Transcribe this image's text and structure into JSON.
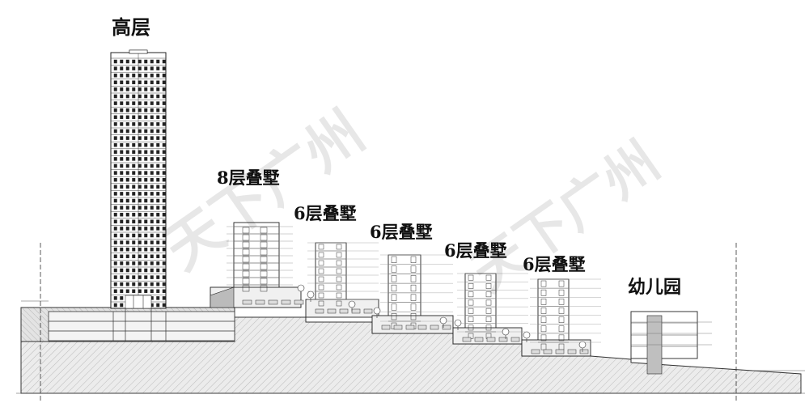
{
  "labels": {
    "high_rise": "高层",
    "stack_8f": "8层叠墅",
    "stack_6f_a": "6层叠墅",
    "stack_6f_b": "6层叠墅",
    "stack_6f_c": "6层叠墅",
    "stack_6f_d": "6层叠墅",
    "kindergarten": "幼儿园"
  },
  "watermark": {
    "text_1": "天下广州",
    "text_2": "天下广州"
  },
  "colors": {
    "ink": "#1a1a1a",
    "soil_fill": "#e6e6e6",
    "watermark": "#000000"
  }
}
